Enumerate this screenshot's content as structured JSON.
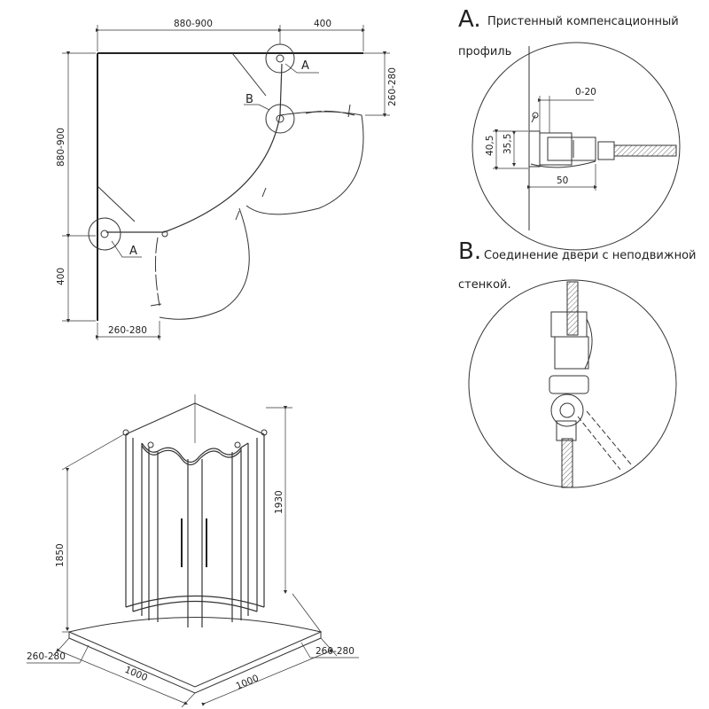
{
  "plan_view": {
    "dim_top_width": "880-900",
    "dim_top_right": "400",
    "dim_left_height": "880-900",
    "dim_left_bottom": "400",
    "dim_right_offset": "260-280",
    "dim_bottom_offset": "260-280",
    "callout_a_top": "A",
    "callout_b": "B",
    "callout_a_bottom": "A"
  },
  "detail_a": {
    "letter": "A.",
    "title_line1": "Пристенный компенсационный",
    "title_line2": "профиль",
    "dim_gap": "0-20",
    "dim_outer": "40,5",
    "dim_inner": "35,5",
    "dim_depth": "50"
  },
  "detail_b": {
    "letter": "B.",
    "title_line1": "Соединение двери с неподвижной",
    "title_line2": "стенкой."
  },
  "iso_view": {
    "dim_total_height": "1930",
    "dim_door_height": "1850",
    "dim_left_offset": "260-280",
    "dim_right_offset": "260-280",
    "dim_left_width": "1000",
    "dim_right_width": "1000"
  }
}
